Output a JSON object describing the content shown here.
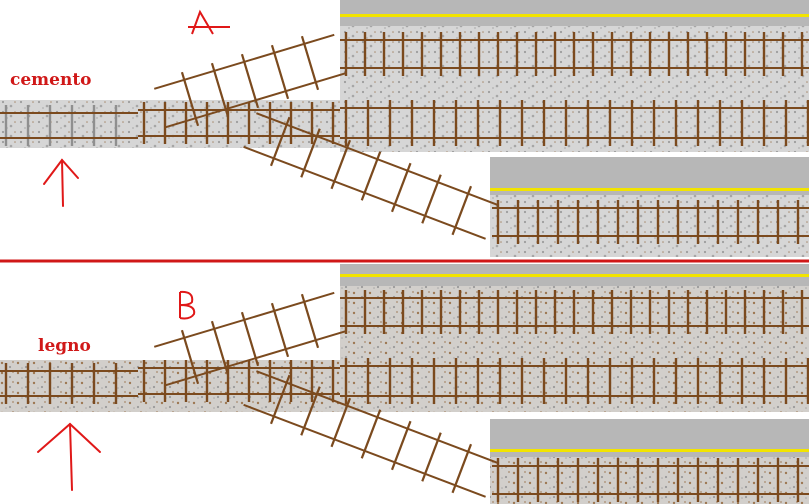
{
  "panels": [
    {
      "id": "A",
      "letter": "A",
      "caption": "cemento",
      "sleeper_color": "#8f8f8f"
    },
    {
      "id": "B",
      "letter": "B",
      "caption": "legno",
      "sleeper_color": "#7a4a20"
    }
  ],
  "colors": {
    "rail": "#7b4a1e",
    "gravel": "#bdbdbd",
    "gravel_fleck": "#8a5a2a",
    "platform": "#b7b7b7",
    "platform_line": "#f2e400",
    "divider": "#d01818",
    "annotation": "#e01818"
  },
  "icons": [
    "arrow-up-icon"
  ]
}
